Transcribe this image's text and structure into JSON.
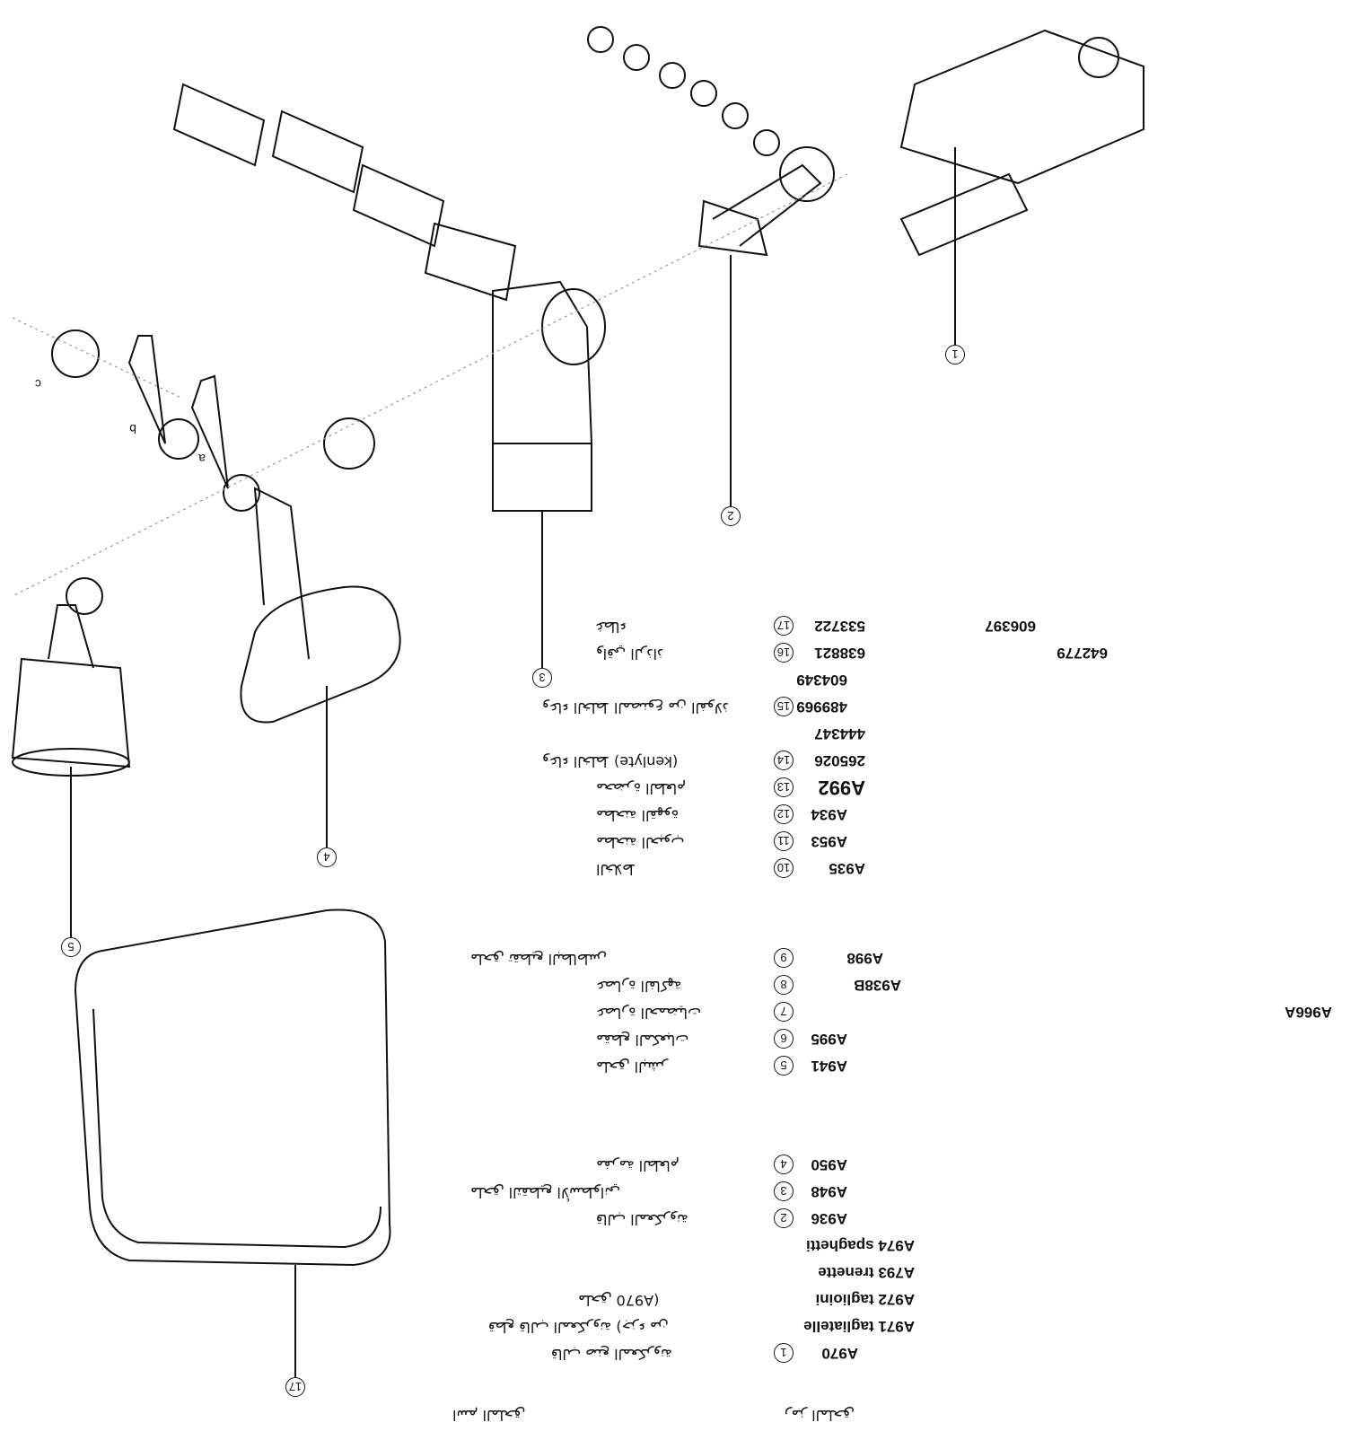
{
  "header": {
    "col_code": "رمز الملحق",
    "col_name": "اسم الملحق"
  },
  "items": [
    {
      "num": "1",
      "code": "A970",
      "name": "قالب صنع المعكرونة"
    },
    {
      "num": "",
      "code": "A971 tagliatelle",
      "name": "قطع قالب المعكرونة (جزء من"
    },
    {
      "num": "",
      "code": "A972 taglioini",
      "name": "ملحق A970)"
    },
    {
      "num": "",
      "code": "A793 trenette",
      "name": ""
    },
    {
      "num": "",
      "code": "A974 spaghetti",
      "name": ""
    },
    {
      "num": "2",
      "code": "A936",
      "name": "قالب المعكرونة"
    },
    {
      "num": "3",
      "code": "A948",
      "name": "ملحق التقطيع الأسطواني"
    },
    {
      "num": "4",
      "code": "A950",
      "name": "مفرمة الطعام"
    },
    {
      "num": "5",
      "code": "A941",
      "name": "ملحق البشر"
    },
    {
      "num": "6",
      "code": "A995",
      "name": "مقطع المكعبات"
    },
    {
      "num": "7",
      "code": "A966A",
      "name": "عصارة الحمضيات"
    },
    {
      "num": "8",
      "code": "A938B",
      "name": "عصارة الفاكهة"
    },
    {
      "num": "9",
      "code": "A998",
      "name": "ملحق تقطيع البطاطس"
    },
    {
      "num": "10",
      "code": "A935",
      "name": "الخلاط"
    },
    {
      "num": "11",
      "code": "A953",
      "name": "مطحنة الحبوب"
    },
    {
      "num": "12",
      "code": "A934",
      "name": "مطحنة القهوة"
    },
    {
      "num": "13",
      "code": "A992",
      "name": "محضرة الطعام"
    },
    {
      "num": "14",
      "code": "265026",
      "name": "وعاء الخلط (kenlyte)"
    },
    {
      "num": "",
      "code": "444347",
      "name": ""
    },
    {
      "num": "15",
      "code": "489969",
      "name": "وعاء الخلط المصنوع من الفولاذ"
    },
    {
      "num": "",
      "code": "604349",
      "name": ""
    },
    {
      "num": "16",
      "code": "638821",
      "name": "واقي الرذاذ"
    },
    {
      "num": "17",
      "code": "533722",
      "name": "غطاء"
    }
  ],
  "extra_codes": [
    "642779",
    "606397"
  ],
  "callouts": [
    "1",
    "2",
    "3",
    "4",
    "5",
    "17"
  ],
  "letters": [
    "a",
    "b",
    "c"
  ]
}
